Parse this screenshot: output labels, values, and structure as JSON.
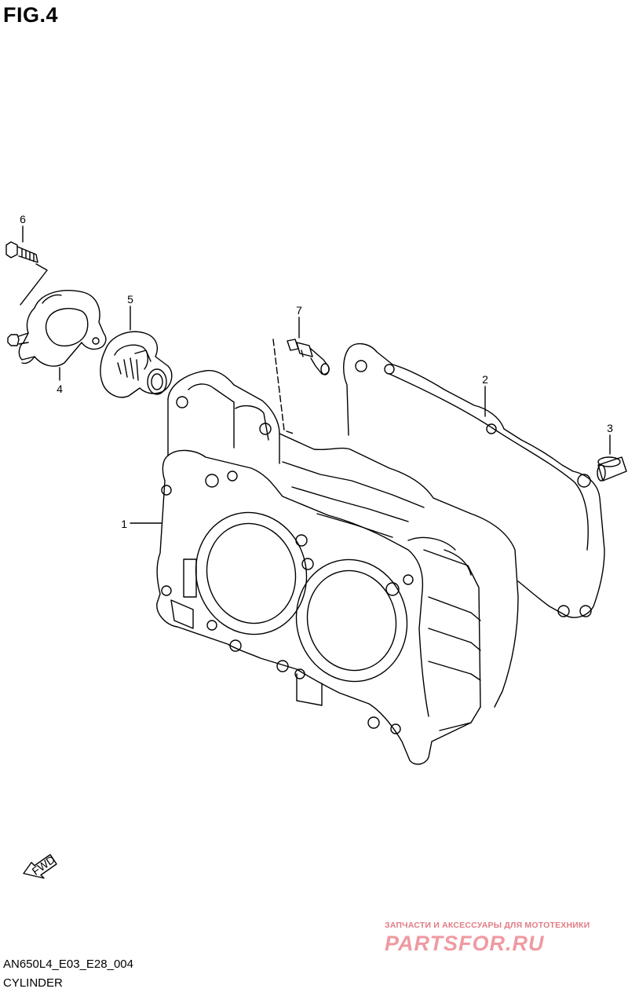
{
  "figure": {
    "title": "FIG.4"
  },
  "diagram": {
    "code": "AN650L4_E03_E28_004",
    "name": "CYLINDER"
  },
  "callouts": [
    "1",
    "2",
    "3",
    "4",
    "5",
    "6",
    "7"
  ],
  "fwd_arrow": {
    "text": "FWD"
  },
  "watermark": {
    "tagline": "ЗАПЧАСТИ И АКСЕССУАРЫ ДЛЯ МОТОТЕХНИКИ",
    "logo": "PARTSFOR.RU"
  },
  "colors": {
    "line": "#000000",
    "watermark": "#ef9aa1"
  }
}
